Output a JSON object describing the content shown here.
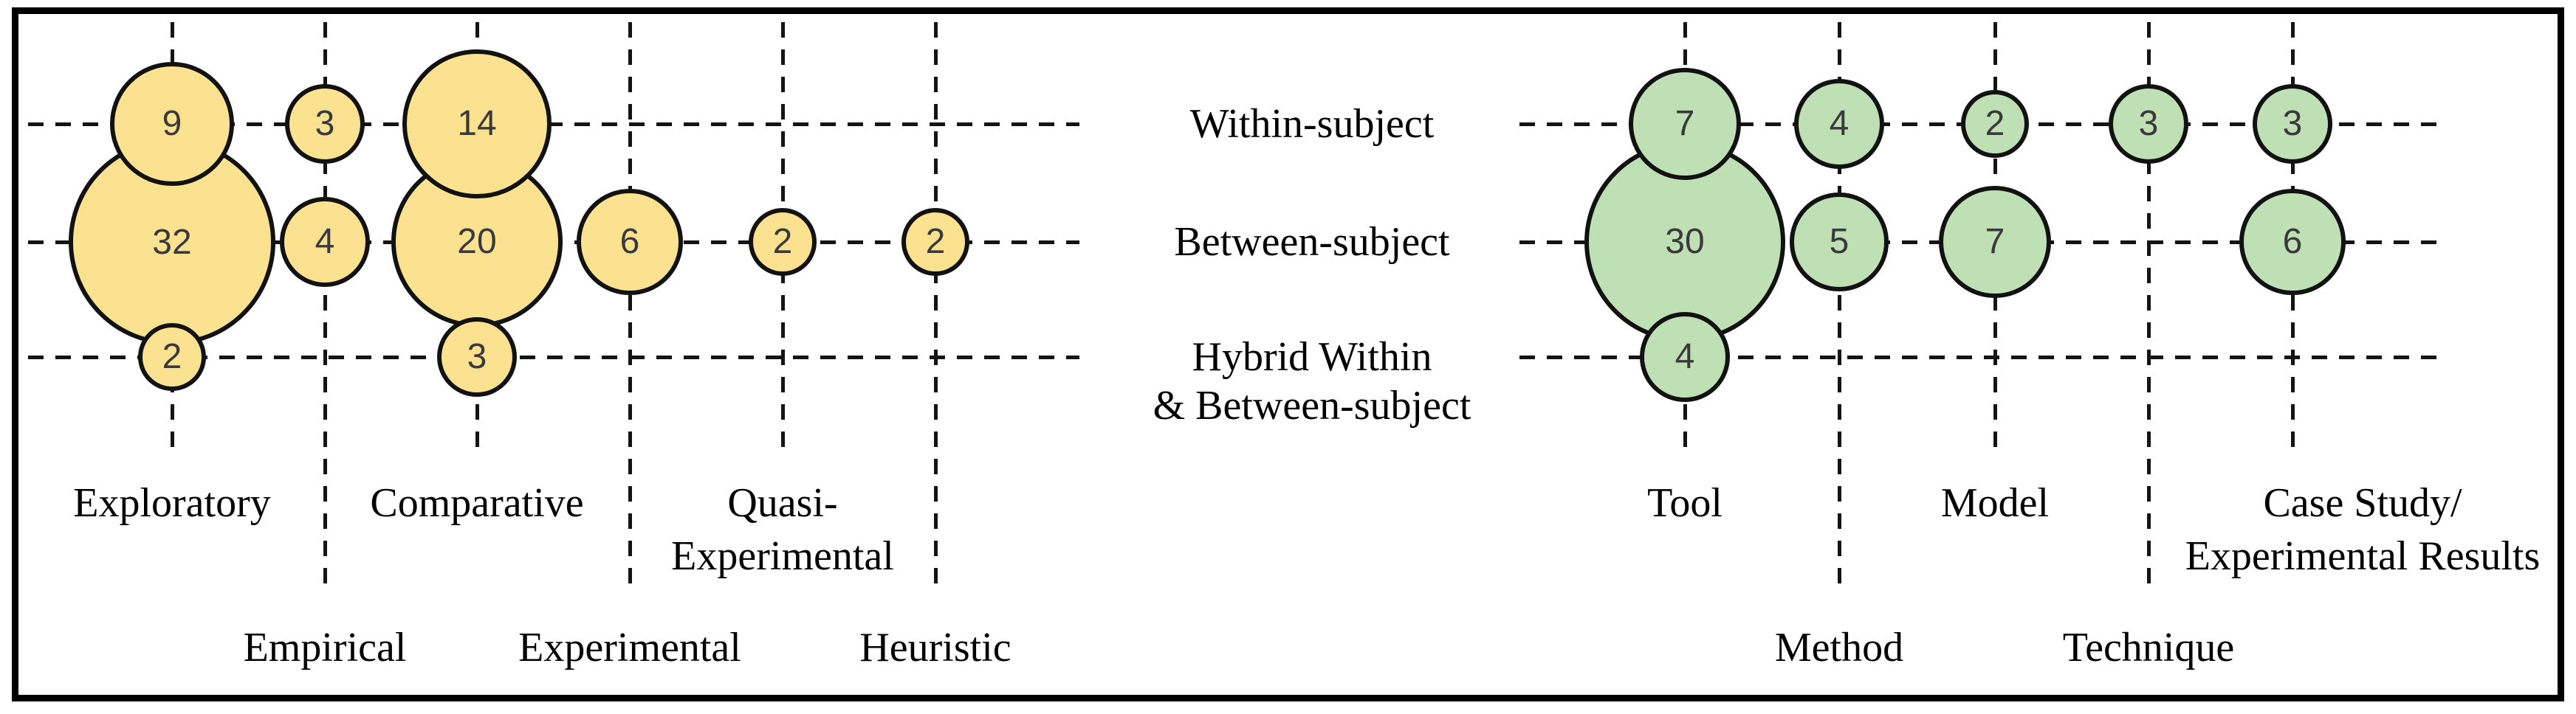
{
  "figure": {
    "kind": "bubble-matrix-figure",
    "background": "#ffffff",
    "frame_color": "#000000",
    "line_color": "#141414",
    "bubble_stroke": "#121212",
    "number_color": "#3a3a3a",
    "label_color": "#000000"
  },
  "chart_data": {
    "type": "bubble",
    "grid": "dashed",
    "row_labels": [
      {
        "lines": [
          "Within-subject"
        ]
      },
      {
        "lines": [
          "Between-subject"
        ]
      },
      {
        "lines": [
          "Hybrid Within",
          "& Between-subject"
        ]
      }
    ],
    "panels": [
      {
        "name": "study-design",
        "fill": "#FBE291",
        "columns": [
          {
            "label_lines": [
              "Exploratory"
            ],
            "label_band": 1,
            "values": [
              9,
              32,
              2
            ]
          },
          {
            "label_lines": [
              "Empirical"
            ],
            "label_band": 2,
            "values": [
              3,
              4,
              null
            ]
          },
          {
            "label_lines": [
              "Comparative"
            ],
            "label_band": 1,
            "values": [
              14,
              20,
              3
            ]
          },
          {
            "label_lines": [
              "Experimental"
            ],
            "label_band": 2,
            "values": [
              null,
              6,
              null
            ]
          },
          {
            "label_lines": [
              "Quasi-",
              "Experimental"
            ],
            "label_band": 1,
            "values": [
              null,
              2,
              null
            ]
          },
          {
            "label_lines": [
              "Heuristic"
            ],
            "label_band": 2,
            "values": [
              null,
              2,
              null
            ]
          }
        ]
      },
      {
        "name": "contribution-type",
        "fill": "#BFE0B4",
        "columns": [
          {
            "label_lines": [
              "Tool"
            ],
            "label_band": 1,
            "values": [
              7,
              30,
              4
            ]
          },
          {
            "label_lines": [
              "Method"
            ],
            "label_band": 2,
            "values": [
              4,
              5,
              null
            ]
          },
          {
            "label_lines": [
              "Model"
            ],
            "label_band": 1,
            "values": [
              2,
              7,
              null
            ]
          },
          {
            "label_lines": [
              "Technique"
            ],
            "label_band": 2,
            "values": [
              3,
              null,
              null
            ]
          },
          {
            "label_lines": [
              "Case Study/",
              "Experimental Results"
            ],
            "label_band": 1,
            "values": [
              3,
              6,
              null
            ]
          }
        ]
      }
    ]
  }
}
